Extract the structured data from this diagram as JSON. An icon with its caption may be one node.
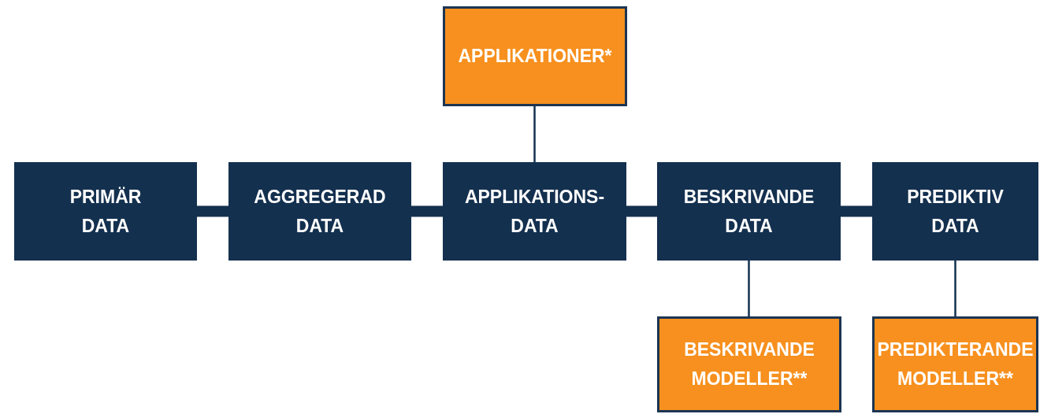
{
  "diagram": {
    "nodes": [
      {
        "text": [
          "APPLIKATIONER*"
        ]
      },
      {
        "text": [
          "PRIMÄR DATA"
        ]
      },
      {
        "text": [
          "AGGREGERAD DATA"
        ]
      },
      {
        "text": [
          "APPLIKATIONS- DATA"
        ]
      },
      {
        "text": [
          "BESKRIVANDE DATA"
        ]
      },
      {
        "text": [
          "PREDIKTIV DATA"
        ]
      },
      {
        "text": [
          "BESKRIVANDE MODELLER**"
        ]
      },
      {
        "text": [
          "PREDIKTERANDE MODELLER**"
        ]
      }
    ],
    "edges": [
      {
        "from": 0,
        "to": 3,
        "arrow": "none"
      },
      {
        "from": 1,
        "to": 2,
        "arrow": "none"
      },
      {
        "from": 2,
        "to": 3,
        "arrow": "none"
      },
      {
        "from": 3,
        "to": 4,
        "arrow": "none"
      },
      {
        "from": 4,
        "to": 5,
        "arrow": "none"
      },
      {
        "from": 4,
        "to": 6,
        "arrow": "none"
      },
      {
        "from": 5,
        "to": 7,
        "arrow": "none"
      }
    ]
  }
}
